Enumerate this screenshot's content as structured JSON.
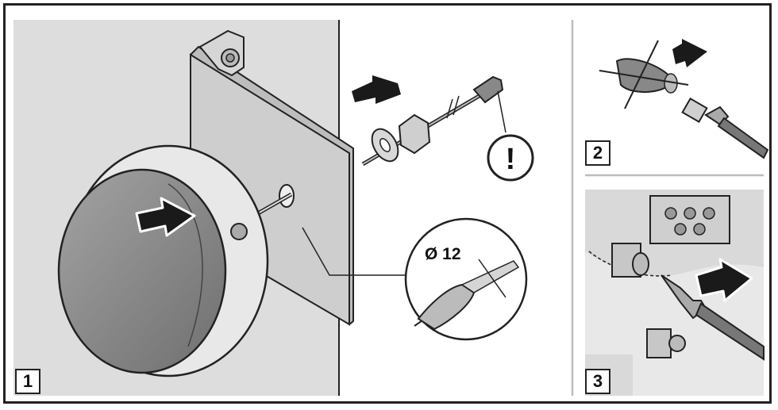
{
  "panels": [
    {
      "step": "1"
    },
    {
      "step": "2"
    },
    {
      "step": "3"
    }
  ],
  "drill_label": "Ø 12",
  "warning_symbol": "!",
  "colors": {
    "wall": "#dcdcdc",
    "plate": "#c9c9c9",
    "sensor_body": "#8a8a8a",
    "arrow": "#1a1a1a",
    "outline": "#222222"
  },
  "icons": [
    "warning-icon",
    "push-arrow-icon",
    "drill-icon",
    "cross-out-icon"
  ]
}
